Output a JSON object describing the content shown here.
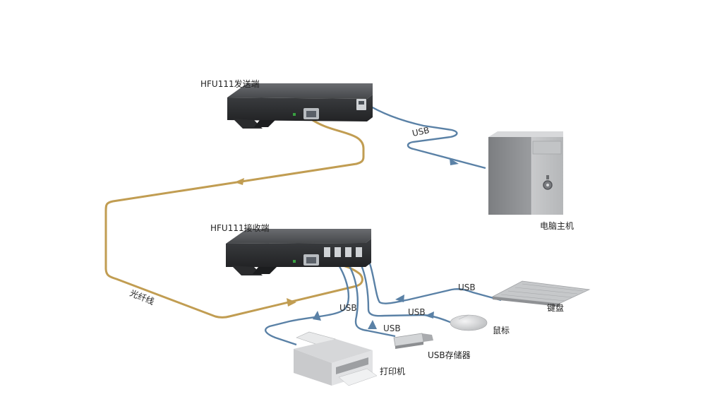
{
  "labels": {
    "transmitter": "HFU111发送端",
    "receiver": "HFU111接收端",
    "computer": "电脑主机",
    "fiber": "光纤线",
    "keyboard": "键盘",
    "mouse": "鼠标",
    "storage": "USB存储器",
    "printer": "打印机"
  },
  "usb_labels": {
    "computer_link": "USB",
    "keyboard_link": "USB",
    "mouse_link": "USB",
    "storage_link": "USB",
    "printer_link": "USB"
  },
  "colors": {
    "fiber": "#c19d52",
    "usb": "#5a81a6",
    "device_body": "#3a3c3f",
    "computer_body": "#a9abad"
  }
}
